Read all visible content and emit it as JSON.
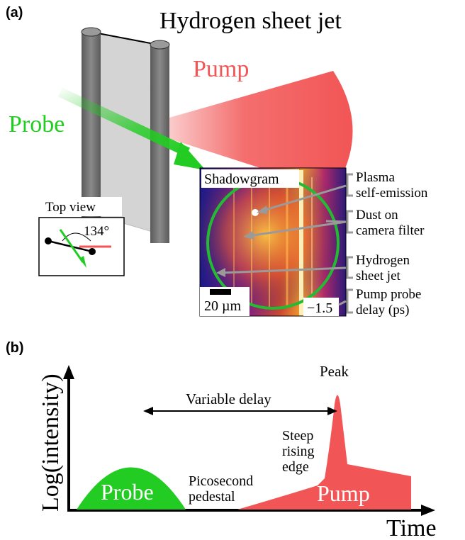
{
  "panel_a": {
    "label": "(a)",
    "title": "Hydrogen sheet jet",
    "pump_label": "Pump",
    "probe_label": "Probe",
    "top_view": {
      "title": "Top view",
      "angle": "134°"
    },
    "shadowgram": {
      "title": "Shadowgram",
      "scale": "20 µm",
      "delay": "−1.5",
      "annotations": {
        "plasma_line1": "Plasma",
        "plasma_line2": "self-emission",
        "dust_line1": "Dust on",
        "dust_line2": "camera filter",
        "jet_line1": "Hydrogen",
        "jet_line2": "sheet jet",
        "delay_line1": "Pump probe",
        "delay_line2": "delay (ps)"
      }
    }
  },
  "panel_b": {
    "label": "(b)",
    "ylabel": "Log(intensity)",
    "xlabel": "Time",
    "variable_delay": "Variable delay",
    "peak": "Peak",
    "rising_line1": "Steep",
    "rising_line2": "rising",
    "rising_line3": "edge",
    "pedestal_line1": "Picosecond",
    "pedestal_line2": "pedestal",
    "probe": "Probe",
    "pump": "Pump"
  },
  "colors": {
    "probe": "#22cc22",
    "pump": "#f25555",
    "jet_tube": "#707070",
    "jet_sheet": "#d0d0d0",
    "annotation": "#9a9a9a",
    "ring": "#22bb33"
  }
}
